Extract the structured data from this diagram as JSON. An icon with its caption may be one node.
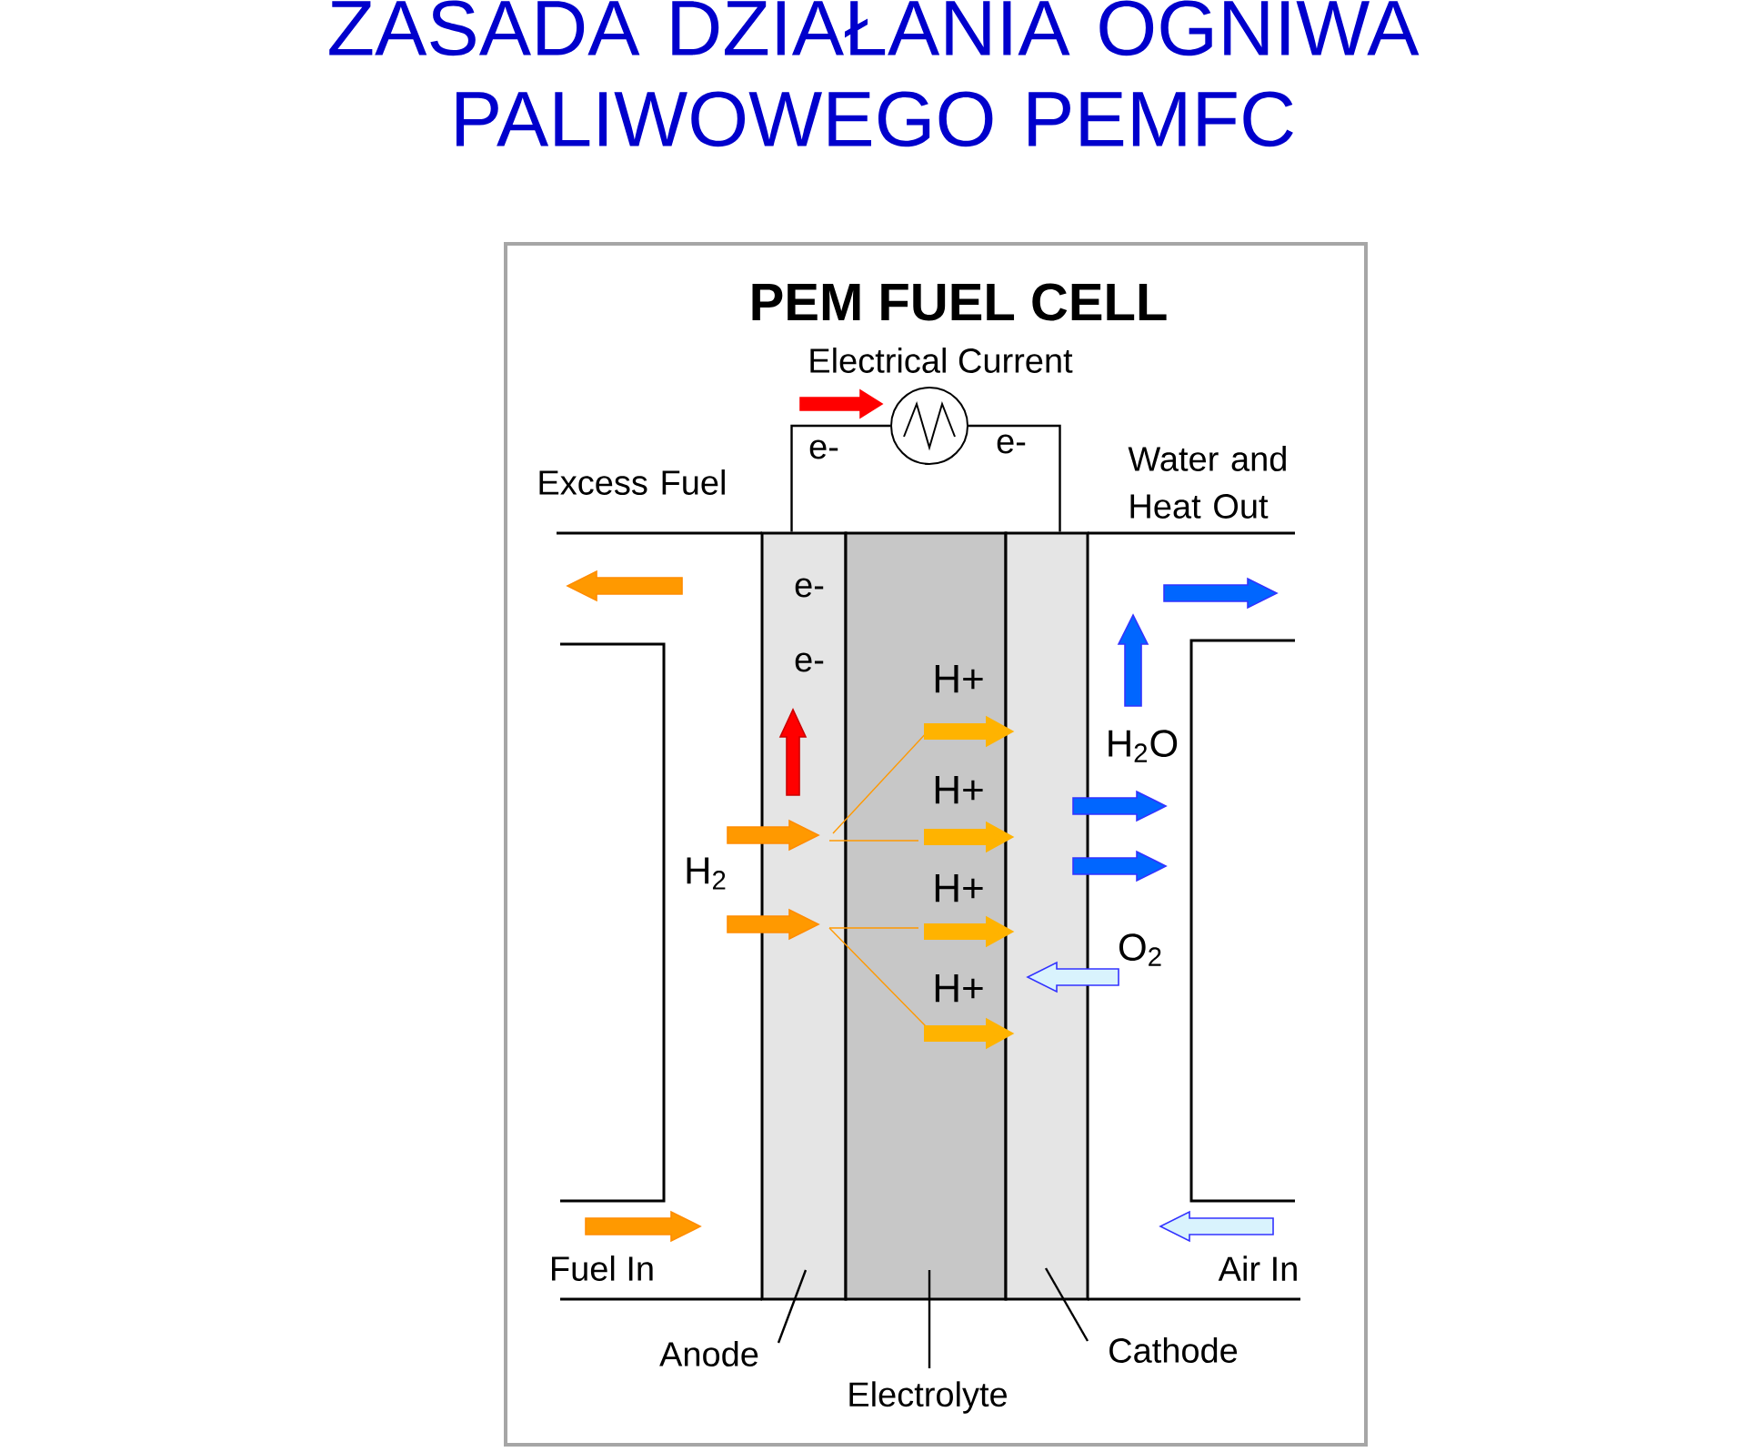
{
  "diagram": {
    "title": "ZASADA DZIAŁANIA OGNIWA PALIWOWEGO PEMFC",
    "nodes": [
      {
        "text": [],
        "shape": "bar"
      },
      {
        "text": [],
        "shape": "bar"
      },
      {
        "text": [],
        "shape": "bar"
      },
      {
        "text": [
          "Anode"
        ]
      },
      {
        "text": [
          "Electrolyte"
        ]
      },
      {
        "text": [
          "Cathode"
        ]
      },
      {
        "text": [],
        "shape": "circle"
      }
    ],
    "edges": [
      {
        "from": 3,
        "to": 0,
        "arrow": "none"
      },
      {
        "from": 4,
        "to": 1,
        "arrow": "none"
      },
      {
        "from": 5,
        "to": 2,
        "arrow": "none"
      },
      {
        "from": 0,
        "to": 6,
        "arrow": "none"
      },
      {
        "from": 6,
        "to": 2,
        "arrow": "none"
      },
      {
        "from": 0,
        "to": 1,
        "arrow": "none",
        "color": "#ff9900"
      },
      {
        "from": 0,
        "to": 1,
        "arrow": "none",
        "color": "#ff9900"
      },
      {
        "from": 0,
        "to": 1,
        "arrow": "none",
        "color": "#ff9900"
      },
      {
        "from": 0,
        "to": 1,
        "arrow": "none",
        "color": "#ff9900"
      },
      {
        "from": 1,
        "to": 2,
        "arrow": "to",
        "style": "thick",
        "color": "#ffb300"
      },
      {
        "from": 1,
        "to": 2,
        "arrow": "to",
        "style": "thick",
        "color": "#ffb300"
      },
      {
        "from": 1,
        "to": 2,
        "arrow": "to",
        "style": "thick",
        "color": "#ffb300"
      },
      {
        "from": 1,
        "to": 2,
        "arrow": "to",
        "style": "thick",
        "color": "#ffb300"
      }
    ],
    "labels": [
      "PEM FUEL CELL",
      "Electrical Current",
      "e-",
      "e-",
      "Excess Fuel",
      "Water and Heat Out",
      "e-",
      "e-",
      "H+",
      "H$_{2}$O",
      "H+",
      "H$_{2}$",
      "H+",
      "O$_{2}$",
      "H+",
      "Fuel In",
      "Air In"
    ]
  }
}
